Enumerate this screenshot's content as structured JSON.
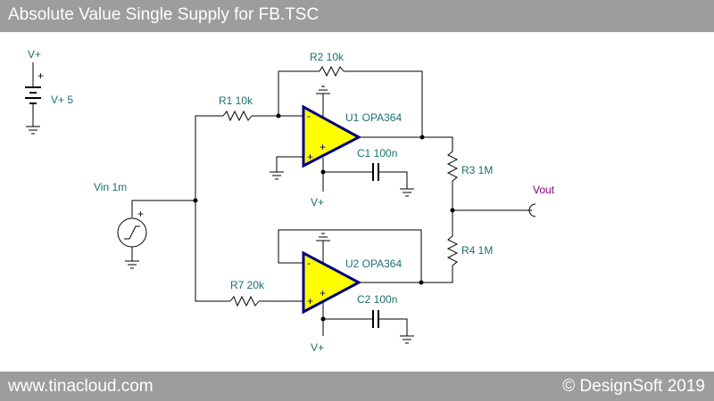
{
  "header": {
    "title": "Absolute Value Single Supply for FB.TSC"
  },
  "footer": {
    "website": "www.tinacloud.com",
    "copyright": "© DesignSoft 2019"
  },
  "schematic": {
    "battery": {
      "node_label": "V+",
      "value_label": "V+ 5",
      "plus_sign": "+"
    },
    "source": {
      "label": "Vin 1m",
      "plus_sign": "+"
    },
    "resistors": {
      "r1": "R1 10k",
      "r2": "R2 10k",
      "r3": "R3 1M",
      "r4": "R4 1M",
      "r7": "R7 20k"
    },
    "capacitors": {
      "c1": "C1 100n",
      "c2": "C2 100n"
    },
    "opamps": {
      "u1": {
        "label": "U1 OPA364",
        "minus": "-",
        "plus": "+",
        "supply_plus": "+"
      },
      "u2": {
        "label": "U2 OPA364",
        "minus": "-",
        "plus": "+",
        "supply_plus": "+"
      }
    },
    "supply_labels": {
      "u1_vplus": "V+",
      "u2_vplus": "V+"
    },
    "output": {
      "label": "Vout"
    },
    "colors": {
      "wire": "#000000",
      "label": "#1a6f6f",
      "output_label": "#800080",
      "opamp_fill": "#ffff00",
      "opamp_border": "#000080"
    }
  }
}
